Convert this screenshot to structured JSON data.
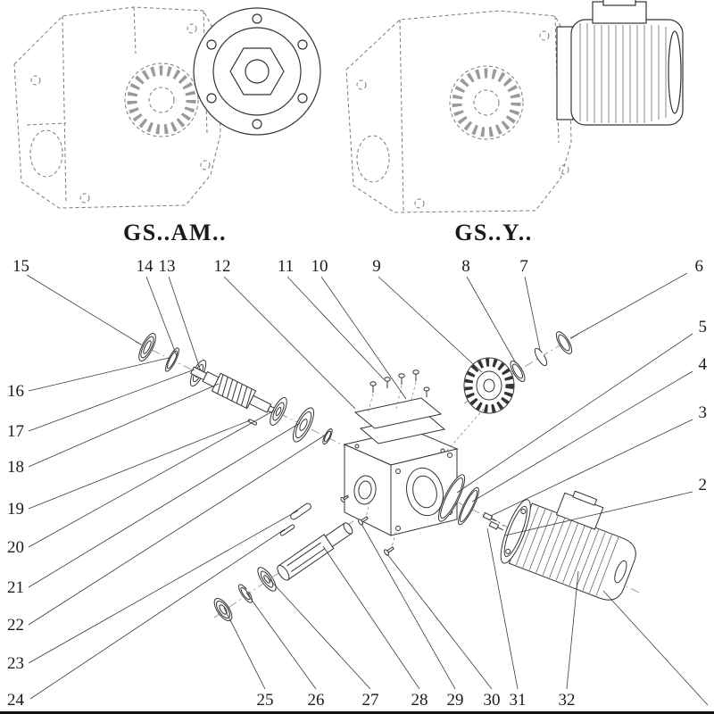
{
  "diagram": {
    "variants": [
      {
        "label": "GS..AM.."
      },
      {
        "label": "GS..Y.."
      }
    ],
    "callouts": {
      "c2": "2",
      "c3": "3",
      "c4": "4",
      "c5": "5",
      "c6": "6",
      "c7": "7",
      "c8": "8",
      "c9": "9",
      "c10": "10",
      "c11": "11",
      "c12": "12",
      "c13": "13",
      "c14": "14",
      "c15": "15",
      "c16": "16",
      "c17": "17",
      "c18": "18",
      "c19": "19",
      "c20": "20",
      "c21": "21",
      "c22": "22",
      "c23": "23",
      "c24": "24",
      "c25": "25",
      "c26": "26",
      "c27": "27",
      "c28": "28",
      "c29": "29",
      "c30": "30",
      "c31": "31",
      "c32": "32"
    }
  }
}
